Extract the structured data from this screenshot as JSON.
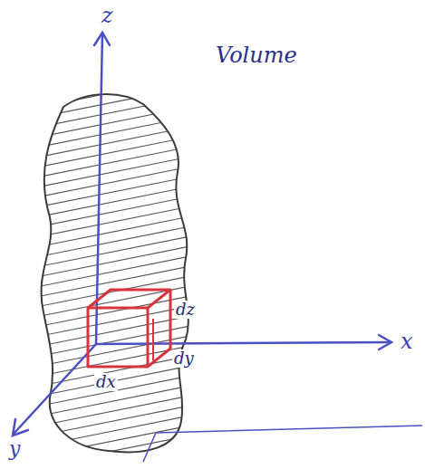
{
  "diagram": {
    "labels": [
      "z",
      "x",
      "y",
      "Volume",
      "dz",
      "dy",
      "dx"
    ]
  }
}
